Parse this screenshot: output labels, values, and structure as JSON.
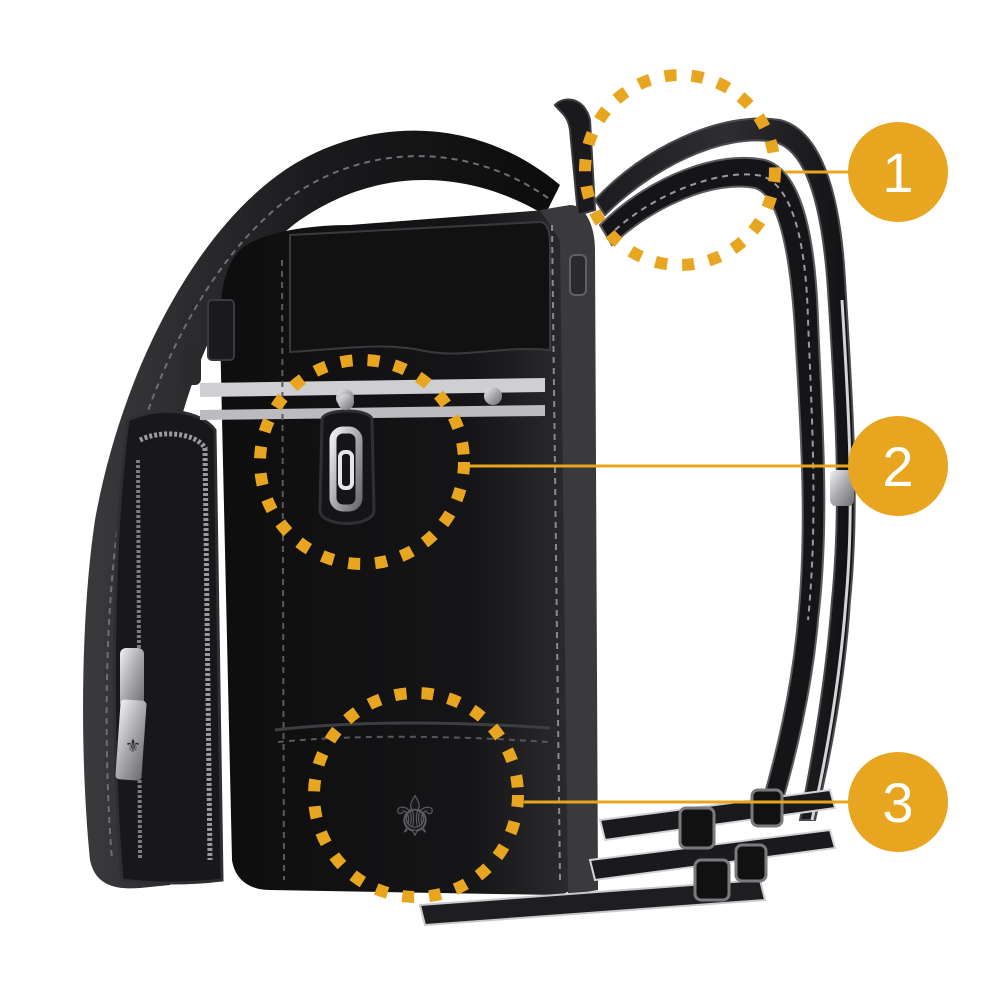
{
  "colors": {
    "background": "#ffffff",
    "accent": "#E8A520",
    "bag_dark": "#0f0f10",
    "bag_mid": "#2a2a2c",
    "bag_edge": "#4a4a4e",
    "stitch": "#8a8a8e",
    "reflective": "#d9d9dc",
    "metal": "#c7c7cb"
  },
  "illustration": {
    "subject": "randoseru-backpack-side-view"
  },
  "callouts": [
    {
      "label": "1",
      "target": "shoulder-strap-top"
    },
    {
      "label": "2",
      "target": "clasp-lock"
    },
    {
      "label": "3",
      "target": "fleur-de-lis-emblem"
    }
  ]
}
